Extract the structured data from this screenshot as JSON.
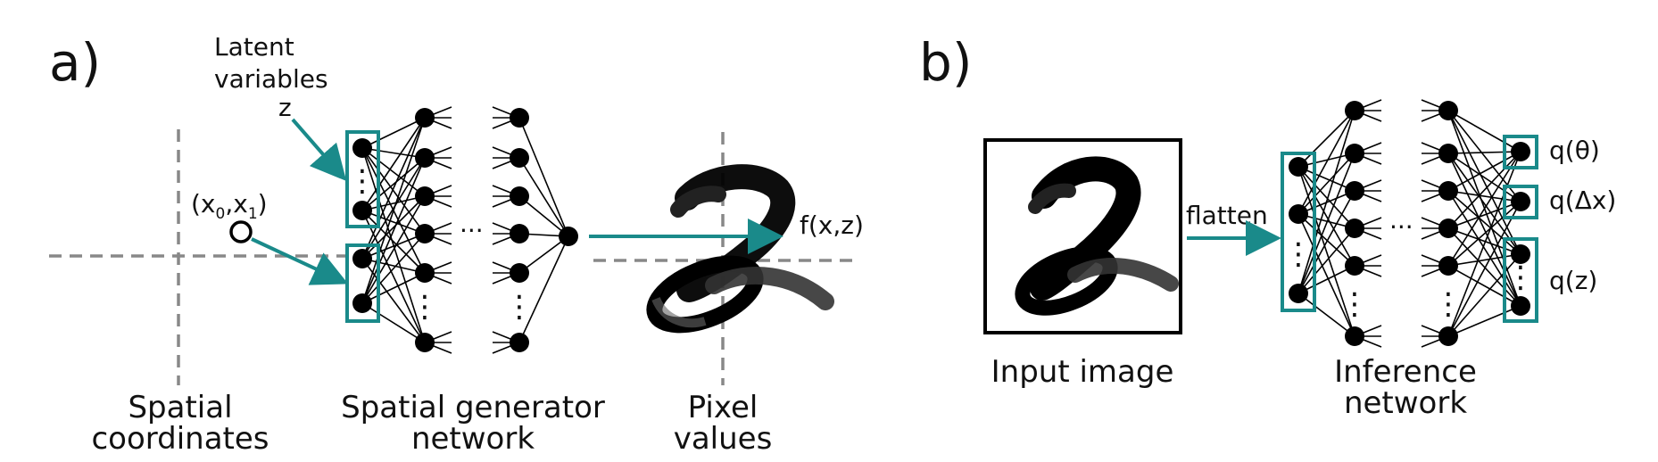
{
  "colors": {
    "accent": "#1a8a8a",
    "node": "#000000",
    "axis": "#888888"
  },
  "panel_a": {
    "label": "a)",
    "latent_label": [
      "Latent",
      "variables",
      "z"
    ],
    "coord_point_label": [
      "(x",
      "0",
      ",x",
      "1",
      ")"
    ],
    "output_label": "f(x,z)",
    "ellipsis": "...",
    "spatial_coordinates": [
      "Spatial",
      "coordinates"
    ],
    "generator_network": [
      "Spatial generator",
      "network"
    ],
    "pixel_values": [
      "Pixel",
      "values"
    ]
  },
  "panel_b": {
    "label": "b)",
    "input_image": "Input image",
    "flatten": "flatten",
    "ellipsis": "...",
    "outputs": [
      "q(θ)",
      "q(Δx)",
      "q(z)"
    ],
    "inference_network": [
      "Inference",
      "network"
    ]
  }
}
